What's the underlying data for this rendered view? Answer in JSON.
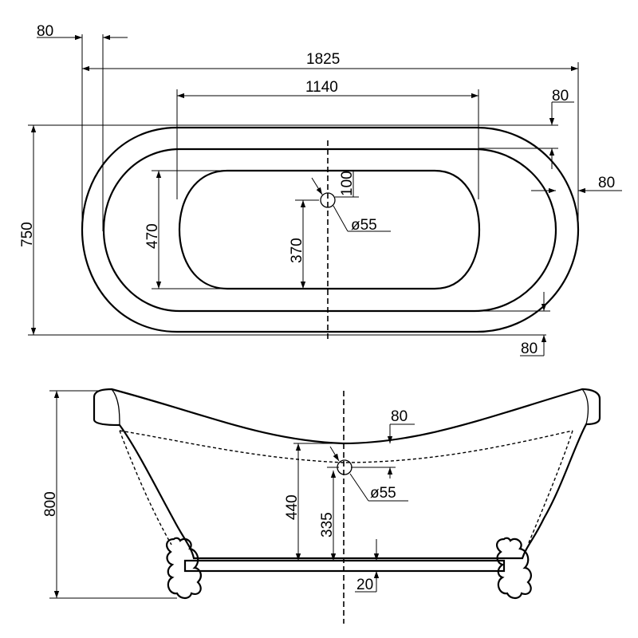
{
  "top_view": {
    "dims": {
      "lip_80": "80",
      "overall_length": "1825",
      "inner_length": "1140",
      "rim_right_80": "80",
      "side_80": "80",
      "bottom_right_80": "80",
      "overall_width": "750",
      "inner_width": "470",
      "drain_offset": "370",
      "drain_to_edge": "100",
      "drain_dia": "ø55"
    }
  },
  "side_view": {
    "dims": {
      "overall_height": "800",
      "depth": "440",
      "drain_height": "335",
      "overflow_80": "80",
      "drain_dia": "ø55",
      "base_20": "20"
    }
  }
}
